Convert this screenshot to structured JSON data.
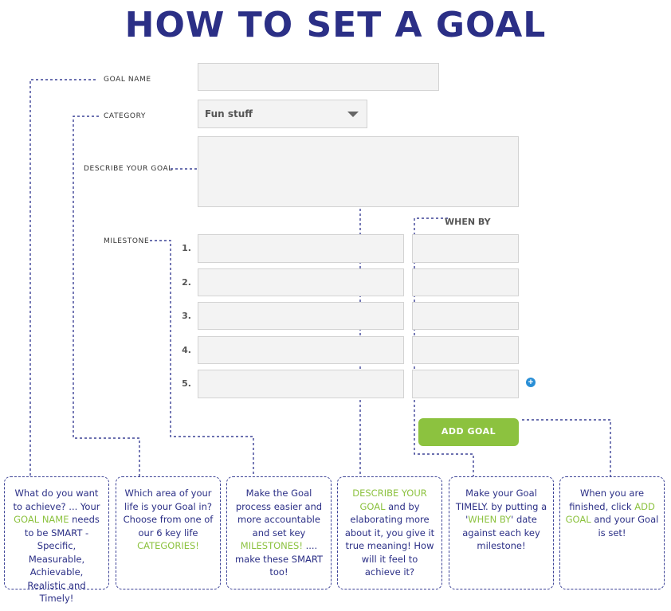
{
  "title": "HOW TO SET A GOAL",
  "labels": {
    "goal_name": "GOAL NAME",
    "category": "CATEGORY",
    "describe": "DESCRIBE YOUR GOAL",
    "milestone": "MILESTONE",
    "when_by": "WHEN BY"
  },
  "category_select": {
    "value": "Fun stuff"
  },
  "milestone_numbers": [
    "1.",
    "2.",
    "3.",
    "4.",
    "5."
  ],
  "add_button": "ADD GOAL",
  "colors": {
    "title": "#2b2f86",
    "accent": "#8cc23f",
    "plus": "#2a8fd6"
  },
  "boxes": [
    {
      "p1": "What do you want to achieve? ... Your ",
      "h1": "GOAL NAME",
      "p2": " needs to be SMART - Specific, Measurable, Achievable, Realistic and Timely!"
    },
    {
      "p1": "Which area of your life is your Goal in? Choose from one of our 6 key life ",
      "h1": "CATEGORIES!",
      "p2": ""
    },
    {
      "p1": "Make the Goal process easier and more accountable and set key ",
      "h1": "MILESTONES!",
      "p2": " .... make these SMART too!"
    },
    {
      "p1": "",
      "h1": "DESCRIBE YOUR GOAL",
      "p2": " and by elaborating more about it, you give it true meaning! How will it feel to achieve it?"
    },
    {
      "p1": "Make your Goal TIMELY. by putting a '",
      "h1": "WHEN BY",
      "p2": "' date against each key milestone!"
    },
    {
      "p1": "When you are finished, click ",
      "h1": "ADD GOAL",
      "p2": " and your Goal is set!"
    }
  ]
}
